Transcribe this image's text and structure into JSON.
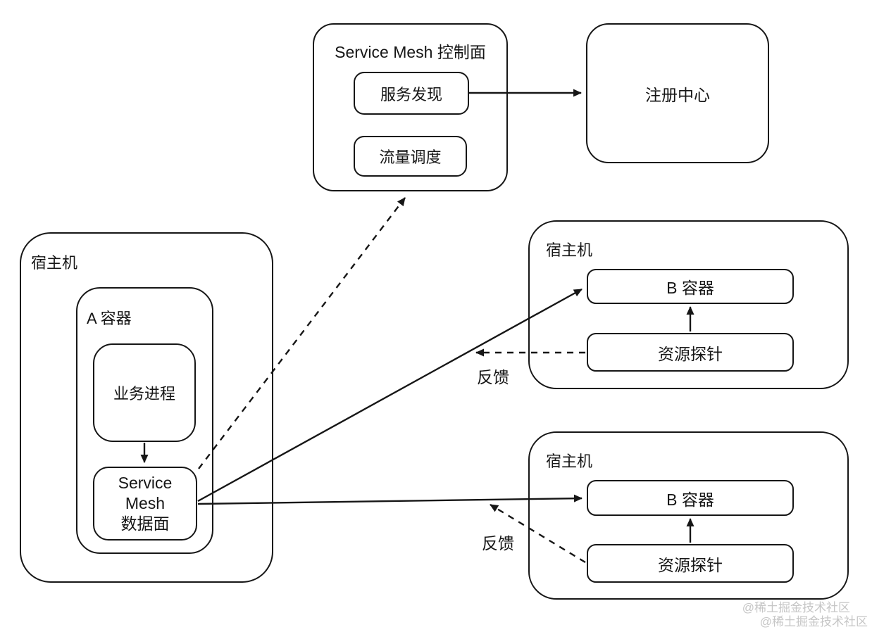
{
  "nodes": {
    "control_plane": {
      "title": "Service Mesh 控制面",
      "service_discovery": "服务发现",
      "traffic_scheduling": "流量调度"
    },
    "registry": {
      "label": "注册中心"
    },
    "host_left": {
      "label": "宿主机",
      "container_a": {
        "label": "A 容器",
        "biz_process": "业务进程",
        "sm_dataplane": {
          "line1": "Service",
          "line2": "Mesh",
          "line3": "数据面"
        }
      }
    },
    "host_mid": {
      "label": "宿主机",
      "b_container": "B 容器",
      "probe": "资源探针",
      "feedback": "反馈"
    },
    "host_bottom": {
      "label": "宿主机",
      "b_container": "B 容器",
      "probe": "资源探针",
      "feedback": "反馈"
    }
  },
  "edges": [
    {
      "from": "服务发现",
      "to": "注册中心",
      "style": "solid"
    },
    {
      "from": "业务进程",
      "to": "Service Mesh 数据面",
      "style": "solid"
    },
    {
      "from": "Service Mesh 数据面",
      "to": "Service Mesh 控制面",
      "style": "dashed"
    },
    {
      "from": "Service Mesh 数据面",
      "to": "B 容器 (宿主机 2)",
      "style": "solid"
    },
    {
      "from": "Service Mesh 数据面",
      "to": "B 容器 (宿主机 3)",
      "style": "solid"
    },
    {
      "from": "资源探针 (宿主机 2)",
      "to": "B 容器 (宿主机 2)",
      "style": "solid"
    },
    {
      "from": "资源探针 (宿主机 3)",
      "to": "B 容器 (宿主机 3)",
      "style": "solid"
    },
    {
      "from": "资源探针 (宿主机 2)",
      "to": "Service Mesh 数据面",
      "style": "dashed",
      "label": "反馈"
    },
    {
      "from": "资源探针 (宿主机 3)",
      "to": "Service Mesh 数据面",
      "style": "dashed",
      "label": "反馈"
    }
  ],
  "watermark": {
    "line1": "@稀土掘金技术社区",
    "line2": "@稀土掘金技术社区"
  },
  "colors": {
    "stroke": "#161616",
    "background": "#ffffff",
    "watermark": "#c6c6c6"
  }
}
